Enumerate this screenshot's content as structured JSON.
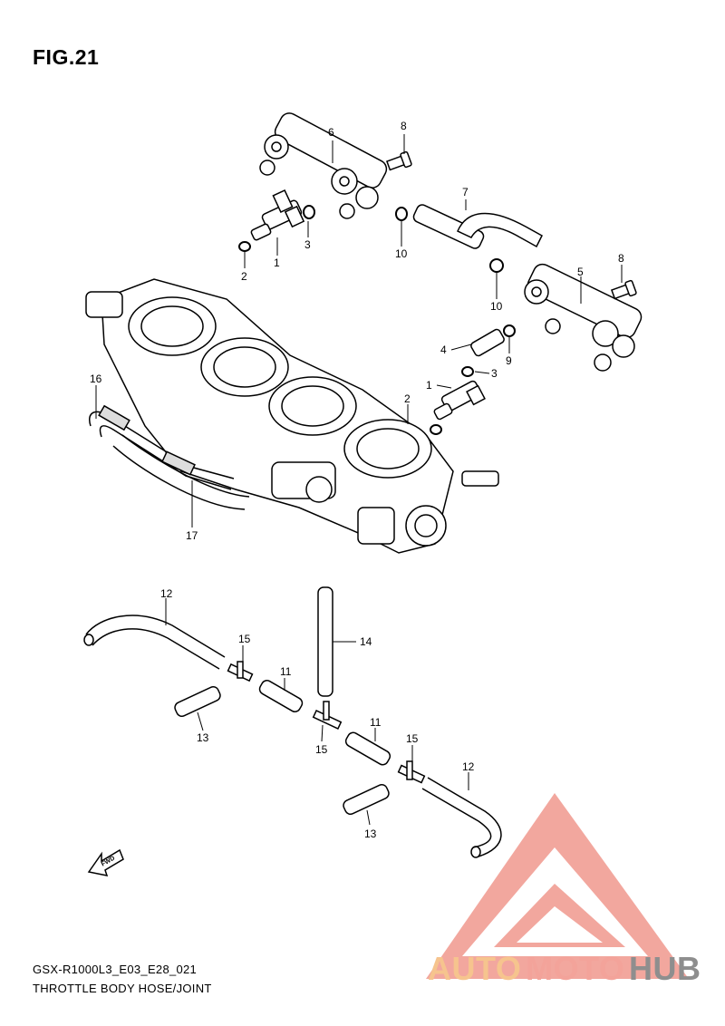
{
  "figure": {
    "title": "FIG.21",
    "code": "GSX-R1000L3_E03_E28_021",
    "name": "THROTTLE BODY HOSE/JOINT"
  },
  "callouts": {
    "c1a": "1",
    "c1b": "1",
    "c2a": "2",
    "c2b": "2",
    "c3a": "3",
    "c3b": "3",
    "c4": "4",
    "c5": "5",
    "c6": "6",
    "c7": "7",
    "c8a": "8",
    "c8b": "8",
    "c9": "9",
    "c10a": "10",
    "c10b": "10",
    "c11a": "11",
    "c11b": "11",
    "c12a": "12",
    "c12b": "12",
    "c13a": "13",
    "c13b": "13",
    "c14": "14",
    "c15a": "15",
    "c15b": "15",
    "c15c": "15",
    "c16": "16",
    "c17": "17"
  },
  "direction_arrow": {
    "label": "FWD"
  },
  "watermark": {
    "text_a": "AUTO",
    "text_b": "MOTO",
    "text_c": "HUB",
    "colors": {
      "auto": "#f6c48e",
      "moto": "#f3a39a",
      "hub": "#8e8e8e",
      "logo": "#f19d93"
    }
  }
}
